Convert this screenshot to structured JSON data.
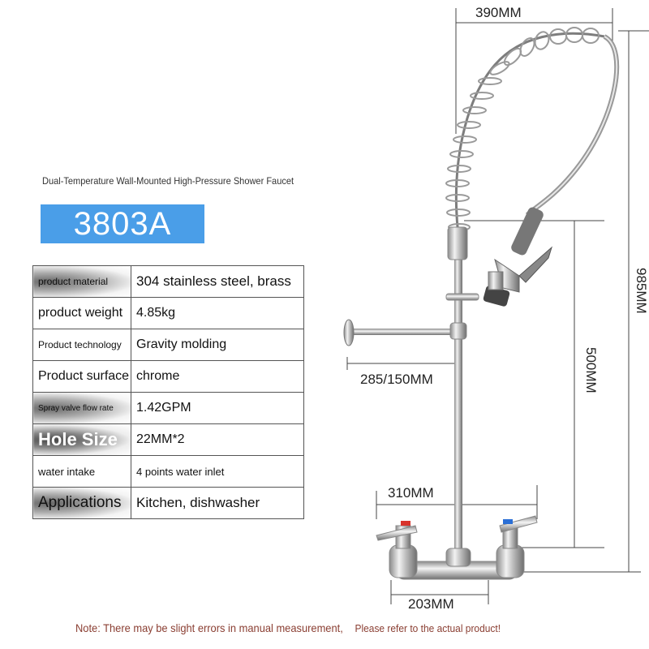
{
  "header": {
    "subtitle": "Dual-Temperature Wall-Mounted High-Pressure Shower Faucet",
    "model": "3803A",
    "model_color": "#4a9ee8"
  },
  "specs": [
    {
      "label": "product material",
      "value": "304 stainless steel, brass"
    },
    {
      "label": "product weight",
      "value": "4.85kg"
    },
    {
      "label": "Product technology",
      "value": "Gravity molding"
    },
    {
      "label": "Product surface",
      "value": "chrome"
    },
    {
      "label": "Spray valve flow rate",
      "value": "1.42GPM"
    },
    {
      "label": "Hole Size",
      "value": "22MM*2"
    },
    {
      "label": "water intake",
      "value": "4 points water inlet"
    },
    {
      "label": "Applications",
      "value": "Kitchen, dishwasher"
    }
  ],
  "dimensions": {
    "top_width": "390MM",
    "total_height": "985MM",
    "riser_height": "500MM",
    "arm_length": "285/150MM",
    "valve_span": "310MM",
    "base_width": "203MM"
  },
  "footer": {
    "note_part1": "Note: There may be slight errors in manual measurement,",
    "note_part2": "Please refer to the actual product!",
    "note_color": "#8a3e32"
  },
  "icons": {
    "hot_handle": "red-handle-icon",
    "cold_handle": "blue-handle-icon"
  }
}
